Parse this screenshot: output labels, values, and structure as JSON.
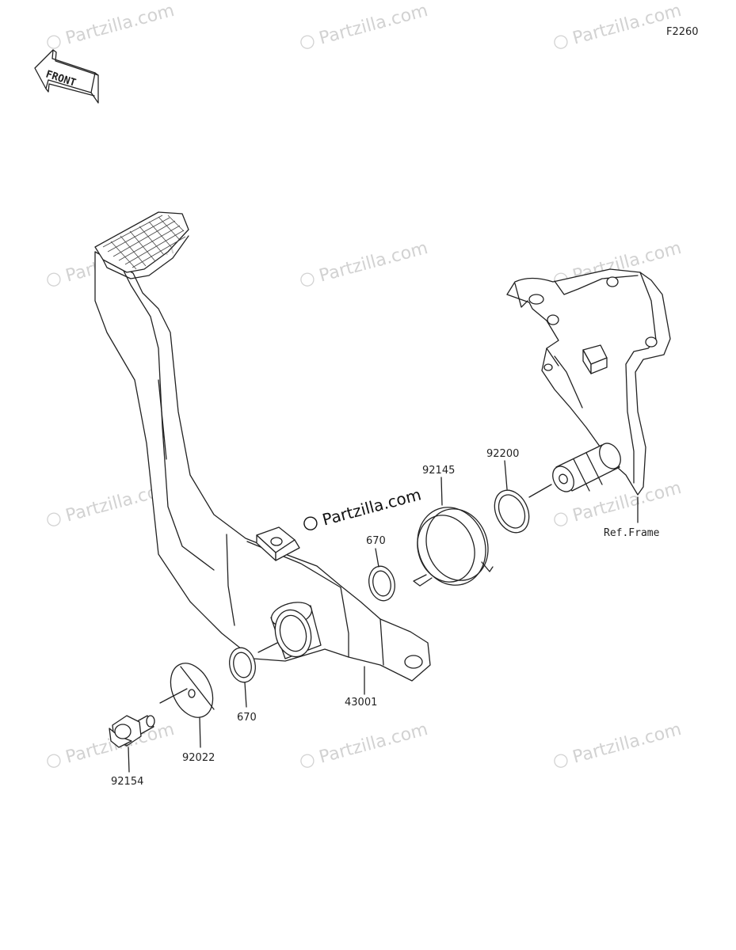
{
  "diagram_code": "F2260",
  "front_label": "FRONT",
  "watermark_text": "Partzilla.com",
  "center_stamp": "Partzilla.com",
  "ref_frame": "Ref.Frame",
  "parts": {
    "brake_pedal": "43001",
    "spring": "92145",
    "washer_frame": "92200",
    "oring_upper": "670",
    "oring_lower": "670",
    "washer_bolt": "92022",
    "bolt": "92154"
  },
  "colors": {
    "line": "#222222",
    "watermark": "#d2d2d2"
  }
}
